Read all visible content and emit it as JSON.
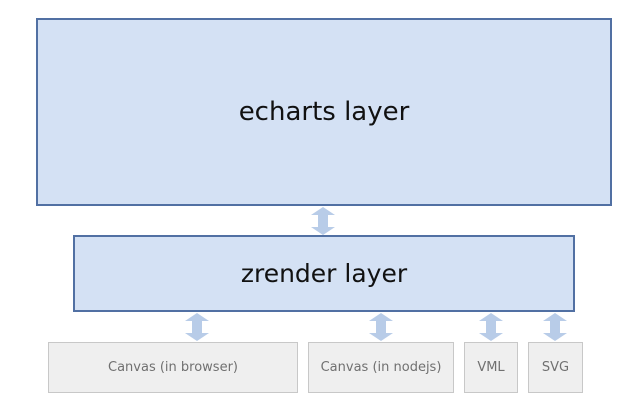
{
  "diagram": {
    "layers": [
      {
        "label": "echarts layer"
      },
      {
        "label": "zrender layer"
      }
    ],
    "renderers": [
      {
        "label": "Canvas (in browser)"
      },
      {
        "label": "Canvas (in nodejs)"
      },
      {
        "label": "VML"
      },
      {
        "label": "SVG"
      }
    ],
    "colors": {
      "layer_fill": "#d4e1f4",
      "layer_border": "#5170a3",
      "renderer_fill": "#efefef",
      "renderer_border": "#c8c8c8",
      "arrow_fill": "#b8cce8",
      "text_dark": "#111111",
      "text_muted": "#707070"
    },
    "icons": {
      "connector": "double-arrow-vertical-icon"
    }
  }
}
